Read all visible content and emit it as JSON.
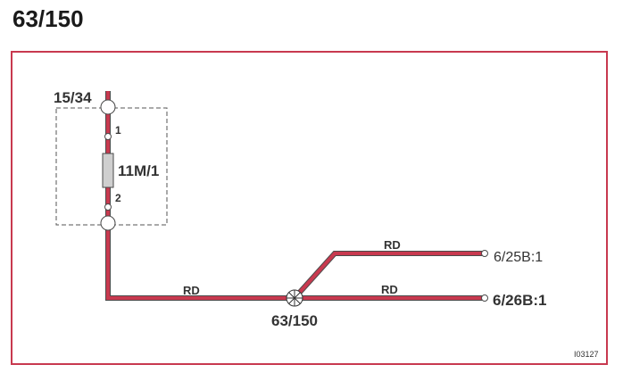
{
  "title": "63/150",
  "colors": {
    "wire": "#c8394f",
    "wire_outline": "#4a4a4a",
    "frame": "#c8394f",
    "box": "#555555"
  },
  "component": {
    "id": "15/34",
    "name": "11M/1",
    "pin_top": "1",
    "pin_bottom": "2"
  },
  "splice": {
    "label": "63/150",
    "icon": "splice-cross-icon"
  },
  "wires": [
    {
      "color_code": "RD",
      "to": "splice"
    },
    {
      "color_code": "RD",
      "to": "6/25B:1"
    },
    {
      "color_code": "RD",
      "to": "6/26B:1"
    }
  ],
  "image_code": "I03127"
}
